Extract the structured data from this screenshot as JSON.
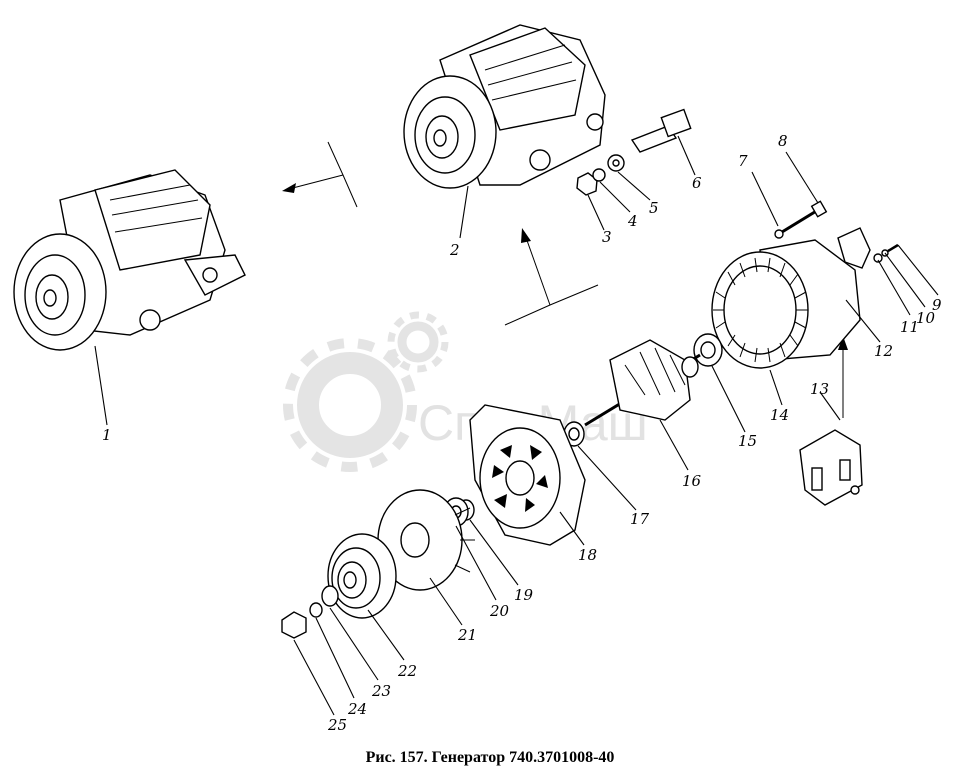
{
  "watermark": {
    "text": "СпецМаш",
    "icon": "gear-logo-icon"
  },
  "caption": "Рис. 157. Генератор 740.3701008-40",
  "callouts": [
    "1",
    "2",
    "3",
    "4",
    "5",
    "6",
    "7",
    "8",
    "9",
    "10",
    "11",
    "12",
    "13",
    "14",
    "15",
    "16",
    "17",
    "18",
    "19",
    "20",
    "21",
    "22",
    "23",
    "24",
    "25"
  ],
  "colors": {
    "ink": "#000000",
    "paper": "#ffffff",
    "watermark": "#e2e2e2"
  }
}
